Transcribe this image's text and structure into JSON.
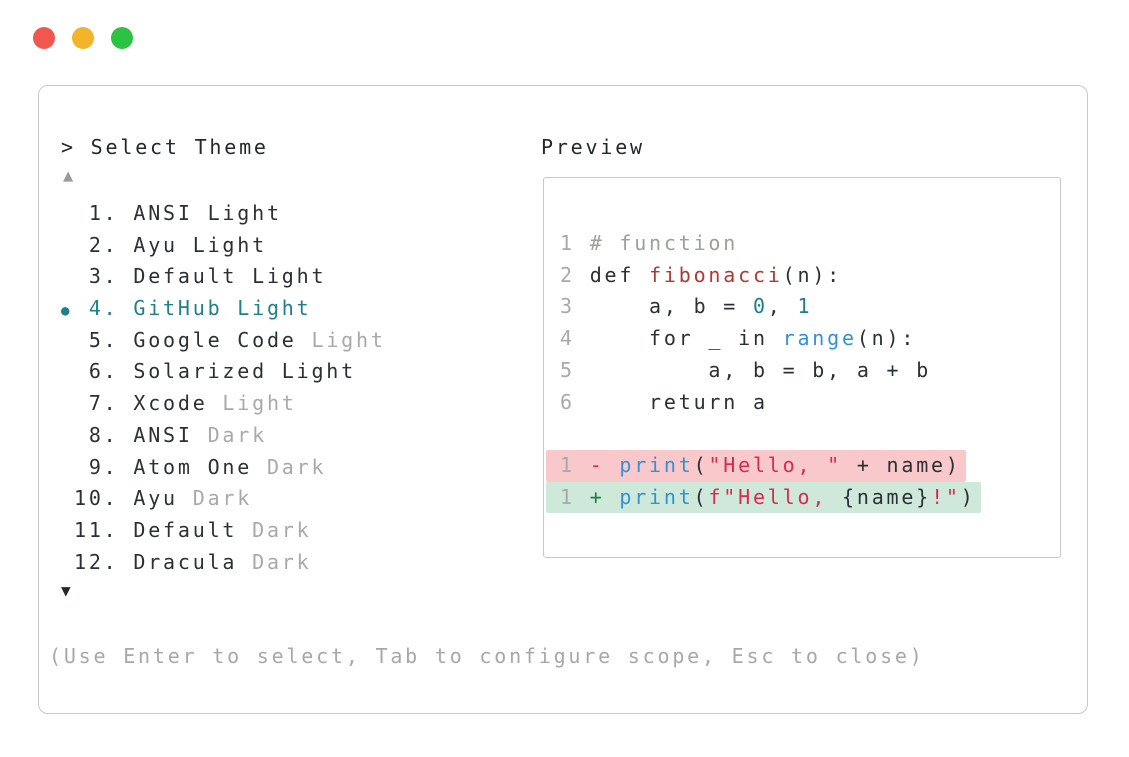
{
  "window": {
    "traffic_lights": [
      {
        "name": "close",
        "color": "#f2574e"
      },
      {
        "name": "minimize",
        "color": "#f3b42c"
      },
      {
        "name": "zoom",
        "color": "#2cc342"
      }
    ]
  },
  "palette": {
    "text": "#2b3036",
    "muted": "#a9a9a9",
    "lineno": "#a6aaad",
    "comment": "#99a294",
    "func": "#ad3a33",
    "number": "#1a808d",
    "builtin": "#3092dc",
    "string": "#d92b4e",
    "deleted": "#d92b4e",
    "inserted": "#1c8043",
    "accent": "#1f808a",
    "diff_del_bg": "#f8c8ca",
    "diff_add_bg": "#cee9d9"
  },
  "selector": {
    "title": "> Select Theme",
    "scroll_up_indicator": "▲",
    "scroll_down_indicator": "▼",
    "selected_indicator": "●",
    "items": [
      {
        "number": 1,
        "label": "ANSI Light"
      },
      {
        "number": 2,
        "label": "Ayu Light"
      },
      {
        "number": 3,
        "label": "Default Light"
      },
      {
        "number": 4,
        "label": "GitHub Light",
        "selected": true
      },
      {
        "number": 5,
        "label": "Google Code",
        "muted_suffix": "Light"
      },
      {
        "number": 6,
        "label": "Solarized Light"
      },
      {
        "number": 7,
        "label": "Xcode",
        "muted_suffix": "Light"
      },
      {
        "number": 8,
        "label": "ANSI",
        "muted_suffix": "Dark"
      },
      {
        "number": 9,
        "label": "Atom One",
        "muted_suffix": "Dark"
      },
      {
        "number": 10,
        "label": "Ayu",
        "muted_suffix": "Dark"
      },
      {
        "number": 11,
        "label": "Default",
        "muted_suffix": "Dark"
      },
      {
        "number": 12,
        "label": "Dracula",
        "muted_suffix": "Dark"
      }
    ],
    "hint": "(Use Enter to select, Tab to configure scope, Esc to close)"
  },
  "preview": {
    "label": "Preview",
    "code_lines": [
      {
        "tokens": [
          [
            "1 ",
            "lineno"
          ],
          [
            "# function",
            "comment"
          ]
        ]
      },
      {
        "tokens": [
          [
            "2 ",
            "lineno"
          ],
          [
            "def ",
            "text"
          ],
          [
            "fibonacci",
            "func"
          ],
          [
            "(n):",
            "text"
          ]
        ]
      },
      {
        "tokens": [
          [
            "3 ",
            "lineno"
          ],
          [
            "    a, b = ",
            "text"
          ],
          [
            "0",
            "number"
          ],
          [
            ", ",
            "text"
          ],
          [
            "1",
            "number"
          ]
        ]
      },
      {
        "tokens": [
          [
            "4 ",
            "lineno"
          ],
          [
            "    for _ in ",
            "text"
          ],
          [
            "range",
            "builtin"
          ],
          [
            "(n):",
            "text"
          ]
        ]
      },
      {
        "tokens": [
          [
            "5 ",
            "lineno"
          ],
          [
            "        a, b = b, a + b",
            "text"
          ]
        ]
      },
      {
        "tokens": [
          [
            "6 ",
            "lineno"
          ],
          [
            "    return a",
            "text"
          ]
        ]
      },
      {
        "tokens": []
      },
      {
        "bg": "diff_del_bg",
        "kind": "removed",
        "tokens": [
          [
            "1 ",
            "lineno"
          ],
          [
            "- ",
            "deleted"
          ],
          [
            "print",
            "builtin"
          ],
          [
            "(",
            "text"
          ],
          [
            "\"Hello, \"",
            "string"
          ],
          [
            " + name)",
            "text"
          ]
        ]
      },
      {
        "bg": "diff_add_bg",
        "kind": "added",
        "tokens": [
          [
            "1 ",
            "lineno"
          ],
          [
            "+ ",
            "inserted"
          ],
          [
            "print",
            "builtin"
          ],
          [
            "(",
            "text"
          ],
          [
            "f\"Hello, ",
            "string"
          ],
          [
            "{name}",
            "text"
          ],
          [
            "!\"",
            "string"
          ],
          [
            ")",
            "text"
          ]
        ]
      }
    ]
  }
}
